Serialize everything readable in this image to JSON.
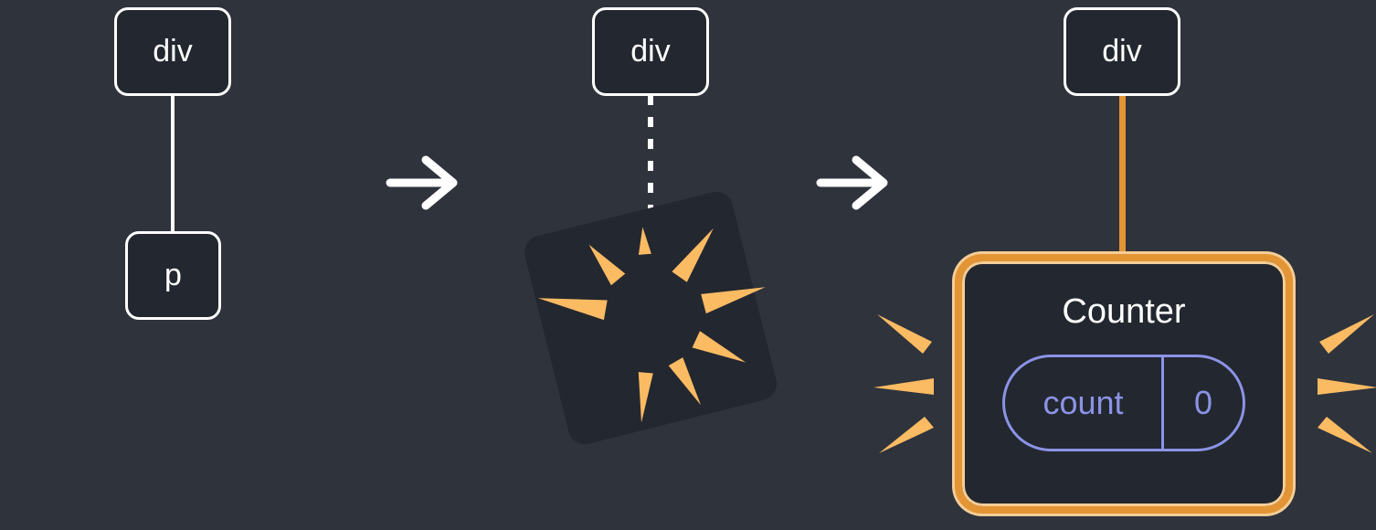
{
  "colors": {
    "background": "#2e333c",
    "node_bg": "#23272f",
    "node_border": "#ffffff",
    "text": "#ffffff",
    "arrow": "#ffffff",
    "dashed_line": "#515761",
    "orange": "#e39434",
    "spark": "#fbbb63",
    "glow": "#f4cd97",
    "purple": "#8b93e6"
  },
  "stages": [
    {
      "name": "dom-tree",
      "parent_label": "div",
      "child_label": "p"
    },
    {
      "name": "attaching",
      "parent_label": "div"
    },
    {
      "name": "hydrated",
      "parent_label": "div",
      "component": {
        "title": "Counter",
        "state_key": "count",
        "state_value": "0"
      }
    }
  ],
  "icons": {
    "arrow": "right-arrow",
    "burst": "spark-burst",
    "sparks": "emphasis-sparks"
  }
}
